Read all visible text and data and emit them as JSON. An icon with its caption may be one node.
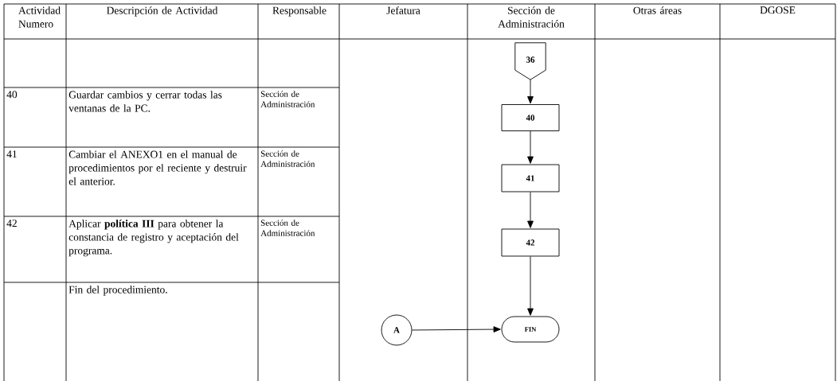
{
  "diagram": {
    "nodes": [
      {
        "text": [
          "36"
        ]
      },
      {
        "text": [
          "40"
        ]
      },
      {
        "text": [
          "41"
        ]
      },
      {
        "text": [
          "42"
        ]
      },
      {
        "text": [
          "A"
        ]
      },
      {
        "text": [
          "FIN"
        ]
      }
    ],
    "edges": [
      {
        "from": 0,
        "to": 1,
        "arrow": "to"
      },
      {
        "from": 1,
        "to": 2,
        "arrow": "to"
      },
      {
        "from": 2,
        "to": 3,
        "arrow": "to"
      },
      {
        "from": 3,
        "to": 5,
        "arrow": "to"
      },
      {
        "from": 4,
        "to": 5,
        "arrow": "to"
      }
    ],
    "labels": [
      "Actividad Numero",
      "Descripción de Actividad",
      "Responsable",
      "Jefatura",
      "Sección de Administración",
      "Otras áreas",
      "DGOSE",
      "40",
      "Guardar cambios y cerrar todas las ventanas de la PC.",
      "Sección de Administración",
      "41",
      "Cambiar el ANEXO1 en el manual de procedimientos por el reciente y destruir el anterior.",
      "Sección de Administración",
      "42",
      "Aplicar **política III** para obtener la constancia de registro y aceptación del programa.",
      "Sección de Administración",
      "Fin del procedimiento."
    ]
  }
}
